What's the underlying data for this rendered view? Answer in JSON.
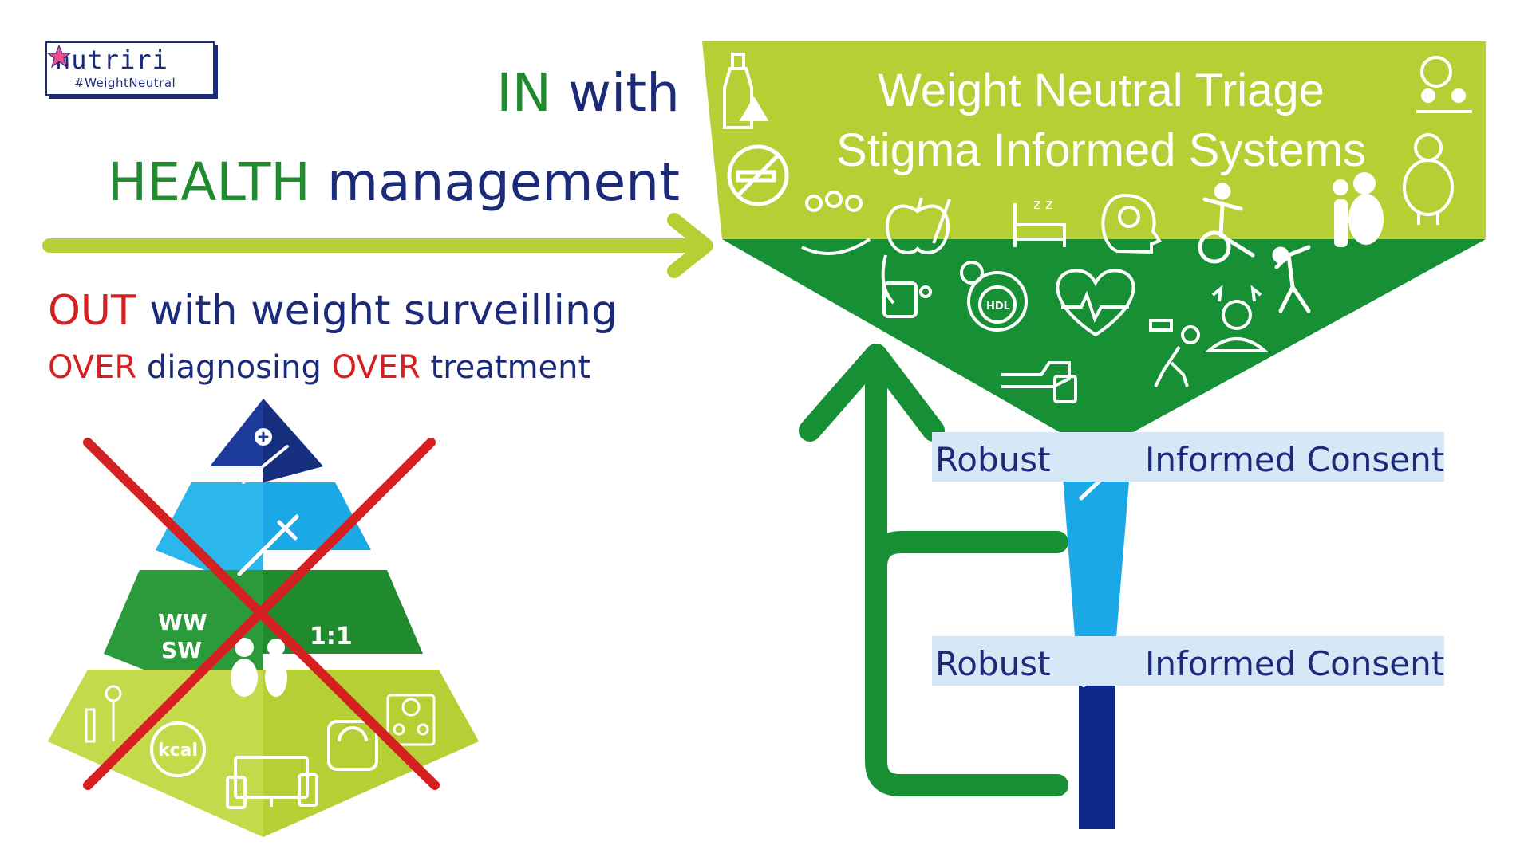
{
  "logo": {
    "brand": "nutriri",
    "hashtag": "#WeightNeutral"
  },
  "headline": {
    "in_word": "IN",
    "with_word": " with",
    "health_word": "HEALTH",
    "management_word": " management",
    "out_word": "OUT",
    "out_rest": " with weight surveilling",
    "over_word_1": "OVER",
    "over_mid": " diagnosing ",
    "over_word_2": "OVER",
    "over_rest": " treatment"
  },
  "funnel": {
    "title_line_1": "Weight Neutral Triage",
    "title_line_2": "Stigma Informed Systems",
    "bands": [
      {
        "left": "Robust",
        "right": "Informed Consent"
      },
      {
        "left": "Robust",
        "right": "Informed Consent"
      }
    ]
  },
  "pyramid": {
    "middle_left_top": "WW",
    "middle_left_bottom": "SW",
    "middle_right": "1:1",
    "kcal": "kcal"
  },
  "colors": {
    "lime": "#b6cf34",
    "green": "#1f8a2e",
    "dark_green": "#178f34",
    "sky": "#1aa8e6",
    "navy": "#1c2a7a",
    "red": "#d42020",
    "band": "#d6e8f6"
  },
  "icons": [
    "bottle-warning-icon",
    "no-smoking-icon",
    "community-care-icon",
    "apple-carrot-icon",
    "sleep-bed-icon",
    "brain-head-icon",
    "disability-icon",
    "elderly-couple-icon",
    "carer-group-icon",
    "larger-body-icon",
    "blood-pressure-icon",
    "hdl-cholesterol-icon",
    "heart-rate-icon",
    "headache-icon",
    "stretch-exercise-icon",
    "hand-sanitiser-icon",
    "low-battery-fatigue-icon",
    "syringe-icon",
    "scalpel-icon"
  ]
}
